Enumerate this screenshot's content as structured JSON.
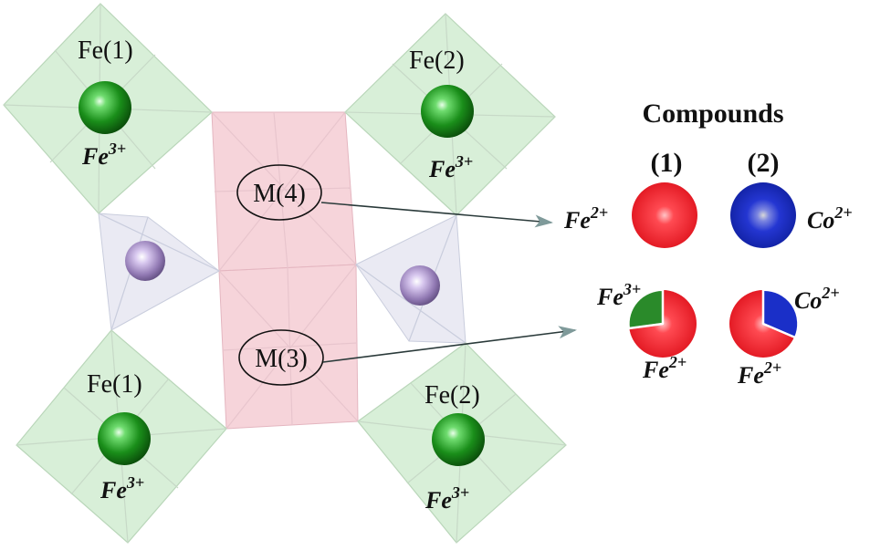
{
  "structure": {
    "fe_site_labels": [
      "Fe(1)",
      "Fe(2)",
      "Fe(1)",
      "Fe(2)"
    ],
    "m_site_labels": [
      "M(4)",
      "M(3)"
    ],
    "octahedral_ion": {
      "element": "Fe",
      "charge": "3+"
    }
  },
  "compounds": {
    "title": "Compounds",
    "columns": [
      "(1)",
      "(2)"
    ],
    "m4_row": {
      "left_ion": {
        "element": "Fe",
        "charge": "2+"
      },
      "right_ion": {
        "element": "Co",
        "charge": "2+"
      }
    },
    "m3_row": {
      "top_left_ion": {
        "element": "Fe",
        "charge": "3+"
      },
      "top_right_ion": {
        "element": "Co",
        "charge": "2+"
      },
      "bottom_left_ion": {
        "element": "Fe",
        "charge": "2+"
      },
      "bottom_right_ion": {
        "element": "Fe",
        "charge": "2+"
      }
    }
  },
  "colors": {
    "fe3_octahedron": "#d4ecd4",
    "m_site_octahedron": "#f2c9d0",
    "tetrahedron": "#e6e6f0",
    "fe_atom": "#1f8f1f",
    "tetra_atom": "#9a86b8",
    "fe2_sphere": "#e8202a",
    "co2_sphere": "#1a2fc8",
    "fe3_sector": "#2a8a2a"
  }
}
